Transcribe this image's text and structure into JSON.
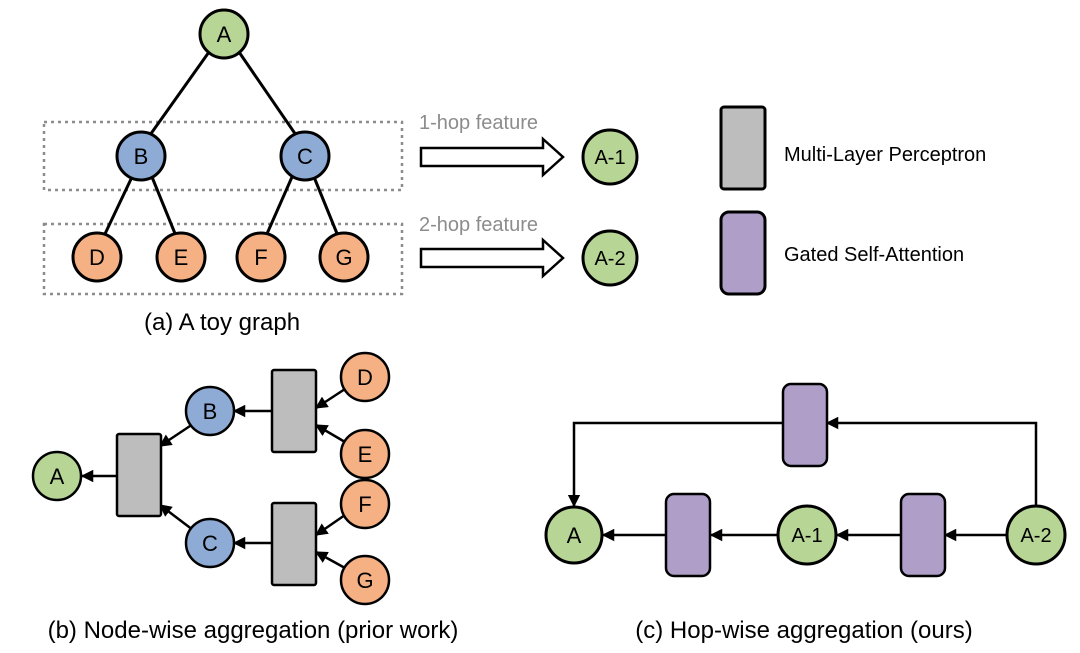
{
  "colors": {
    "green": "#b7d595",
    "blue": "#8eabd6",
    "orange": "#f5b183",
    "gray": "#bdbdbd",
    "purple": "#ae9ec8",
    "dotted": "#8c8c8c",
    "hop_text": "#8c8c8c"
  },
  "panel_a": {
    "caption": "(a) A toy graph",
    "nodes": {
      "A": "A",
      "B": "B",
      "C": "C",
      "D": "D",
      "E": "E",
      "F": "F",
      "G": "G"
    },
    "hop1_label": "1-hop feature",
    "hop2_label": "2-hop feature",
    "hop1_node": "A-1",
    "hop2_node": "A-2"
  },
  "legend": {
    "mlp_label": "Multi-Layer Perceptron",
    "gsa_label": "Gated Self-Attention"
  },
  "panel_b": {
    "caption": "(b) Node-wise aggregation (prior work)",
    "nodes": {
      "A": "A",
      "B": "B",
      "C": "C",
      "D": "D",
      "E": "E",
      "F": "F",
      "G": "G"
    }
  },
  "panel_c": {
    "caption": "(c) Hop-wise aggregation (ours)",
    "nodes": {
      "A": "A",
      "A1": "A-1",
      "A2": "A-2"
    }
  }
}
